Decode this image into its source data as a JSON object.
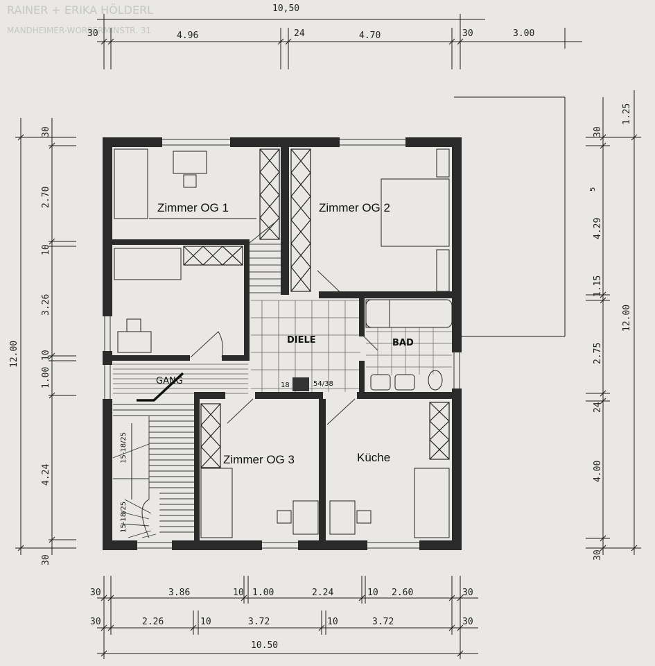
{
  "header": {
    "owner_faint": "RAINER + ERIKA HÖLDERL",
    "street_faint": "MANDHEIMER-WORPERMINSTR. 31"
  },
  "rooms": {
    "zimmer1": "Zimmer OG 1",
    "zimmer2": "Zimmer OG 2",
    "zimmer3": "Zimmer OG 3",
    "kueche": "Küche",
    "diele": "DIELE",
    "bad": "BAD",
    "gang": "GANG"
  },
  "stairs": {
    "upper": "15-18/25",
    "lower": "15-18/25",
    "chimney_a": "18",
    "chimney_b": "54/38"
  },
  "dims_top": {
    "overall": "10,50",
    "a": "30",
    "b": "4.96",
    "c": "24",
    "d": "4.70",
    "e": "30",
    "f": "3.00"
  },
  "dims_left": {
    "overall": "12.00",
    "a": "30",
    "b": "2.70",
    "c": "10",
    "d": "3.26",
    "e": "10",
    "f": "1.00",
    "g": "4.24",
    "h": "30"
  },
  "dims_right": {
    "overall": "12.00",
    "a": "1.25",
    "b": "30",
    "c": "4.29",
    "c_sup": "5",
    "d": "1.15",
    "e": "2.75",
    "f": "24",
    "g": "4.00",
    "h": "30"
  },
  "dims_bottom": {
    "row1": [
      "30",
      "3.86",
      "10",
      "1.00",
      "2.24",
      "10",
      "2.60",
      "30"
    ],
    "row2": [
      "30",
      "2.26",
      "10",
      "3.72",
      "10",
      "3.72",
      "30"
    ],
    "overall": "10.50"
  },
  "colors": {
    "paper": "#e9e8e4",
    "ink": "#1a1a1a",
    "wall": "#2a2a2a"
  }
}
